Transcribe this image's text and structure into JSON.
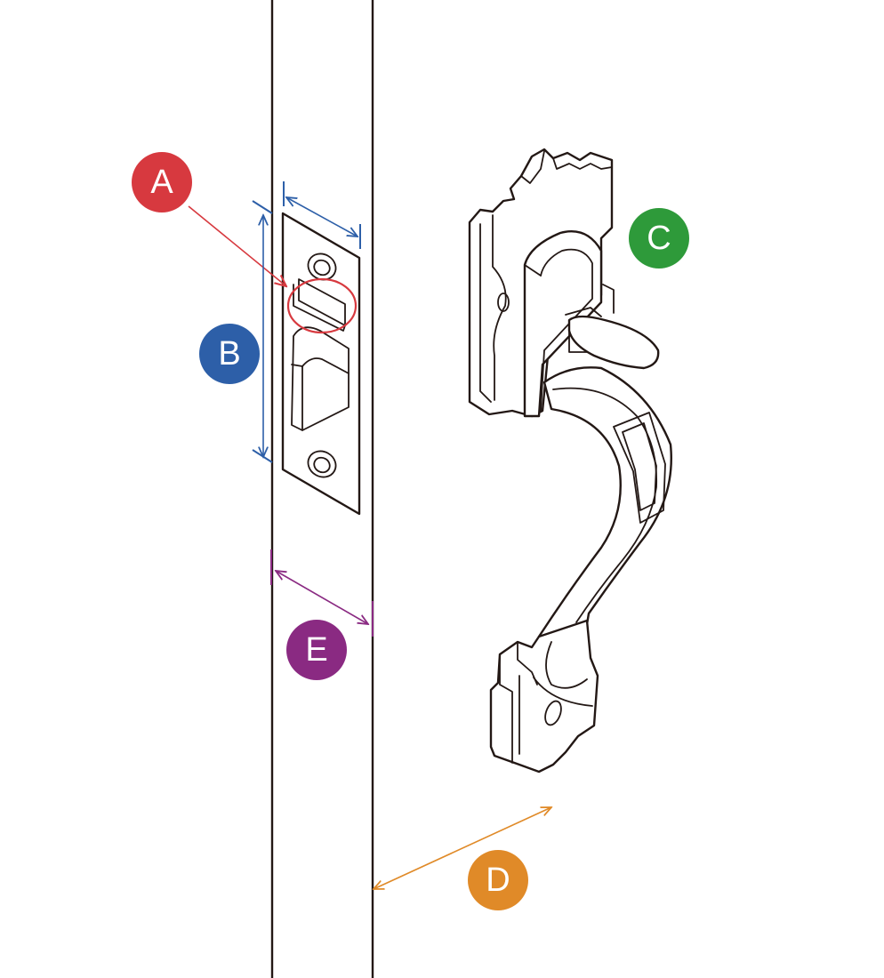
{
  "badges": {
    "a": {
      "label": "A",
      "color": "#d7393f"
    },
    "b": {
      "label": "B",
      "color": "#2d5fa8"
    },
    "c": {
      "label": "C",
      "color": "#2e9a3a"
    },
    "d": {
      "label": "D",
      "color": "#e08a28"
    },
    "e": {
      "label": "E",
      "color": "#8a2a82"
    }
  },
  "icons": {
    "door_edge": "door-edge-outline",
    "strike_plate": "latch-strike-plate",
    "handle": "door-handle-grip"
  }
}
